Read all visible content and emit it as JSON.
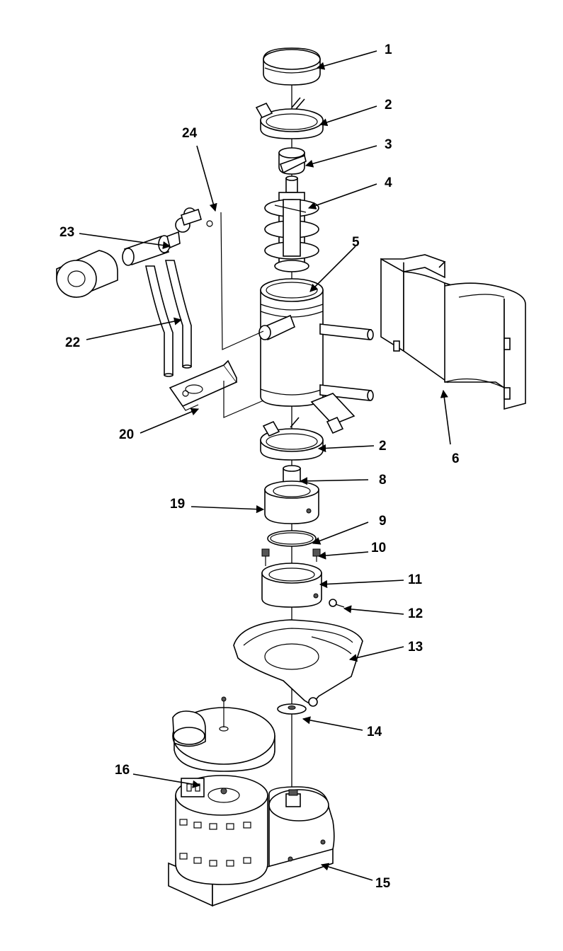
{
  "callouts": [
    {
      "id": "c1",
      "label": "1"
    },
    {
      "id": "c2a",
      "label": "2"
    },
    {
      "id": "c3",
      "label": "3"
    },
    {
      "id": "c4",
      "label": "4"
    },
    {
      "id": "c5",
      "label": "5"
    },
    {
      "id": "c6",
      "label": "6"
    },
    {
      "id": "c24",
      "label": "24"
    },
    {
      "id": "c23",
      "label": "23"
    },
    {
      "id": "c22",
      "label": "22"
    },
    {
      "id": "c20",
      "label": "20"
    },
    {
      "id": "c2b",
      "label": "2"
    },
    {
      "id": "c8",
      "label": "8"
    },
    {
      "id": "c19",
      "label": "19"
    },
    {
      "id": "c9",
      "label": "9"
    },
    {
      "id": "c10",
      "label": "10"
    },
    {
      "id": "c11",
      "label": "11"
    },
    {
      "id": "c12",
      "label": "12"
    },
    {
      "id": "c13",
      "label": "13"
    },
    {
      "id": "c14",
      "label": "14"
    },
    {
      "id": "c16",
      "label": "16"
    },
    {
      "id": "c15",
      "label": "15"
    }
  ]
}
